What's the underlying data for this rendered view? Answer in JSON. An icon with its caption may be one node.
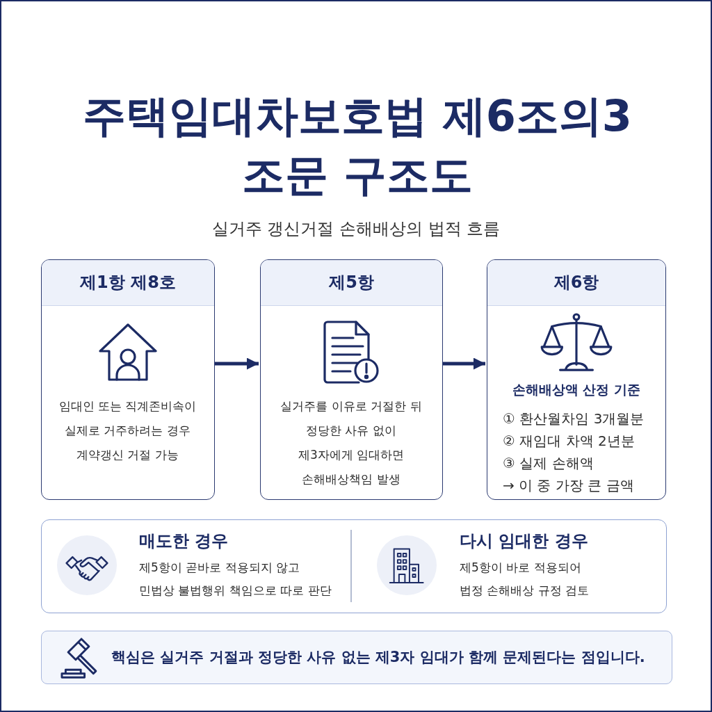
{
  "diagram": {
    "title": "주택임대차보호법 제6조의3 조문 구조도",
    "nodes": [
      {
        "text": [
          "제1항 제8호",
          "임대인 또는 직계존비속이 실제로 거주하려는 경우 계약갱신 거절 가능"
        ]
      },
      {
        "text": [
          "제5항",
          "실거주를 이유로 거절한 뒤 정당한 사유 없이 제3자에게 임대하면 손해배상책임 발생"
        ]
      },
      {
        "text": [
          "제6항",
          "손해배상액 산정 기준",
          "① 환산월차임 3개월분",
          "② 재임대 차액 2년분",
          "③ 실제 손해액",
          "→ 이 중 가장 큰 금액"
        ]
      },
      {
        "text": [],
        "shape": "box"
      },
      {
        "text": [
          "매도한 경우",
          "제5항이 곧바로 적용되지 않고 민법상 불법행위 책임으로 따로 판단"
        ],
        "in": 3
      },
      {
        "text": [
          "다시 임대한 경우",
          "제5항이 바로 적용되어 법정 손해배상 규정 검토"
        ],
        "in": 3
      },
      {
        "text": [
          "핵심은 실거주 거절과 정당한 사유 없는 제3자 임대가 함께 문제된다는 점입니다."
        ]
      }
    ],
    "edges": [
      {
        "from": 0,
        "to": 1,
        "arrow": "to"
      },
      {
        "from": 1,
        "to": 2,
        "arrow": "to"
      }
    ],
    "labels": [
      "실거주 갱신거절 손해배상의 법적 흐름"
    ]
  }
}
